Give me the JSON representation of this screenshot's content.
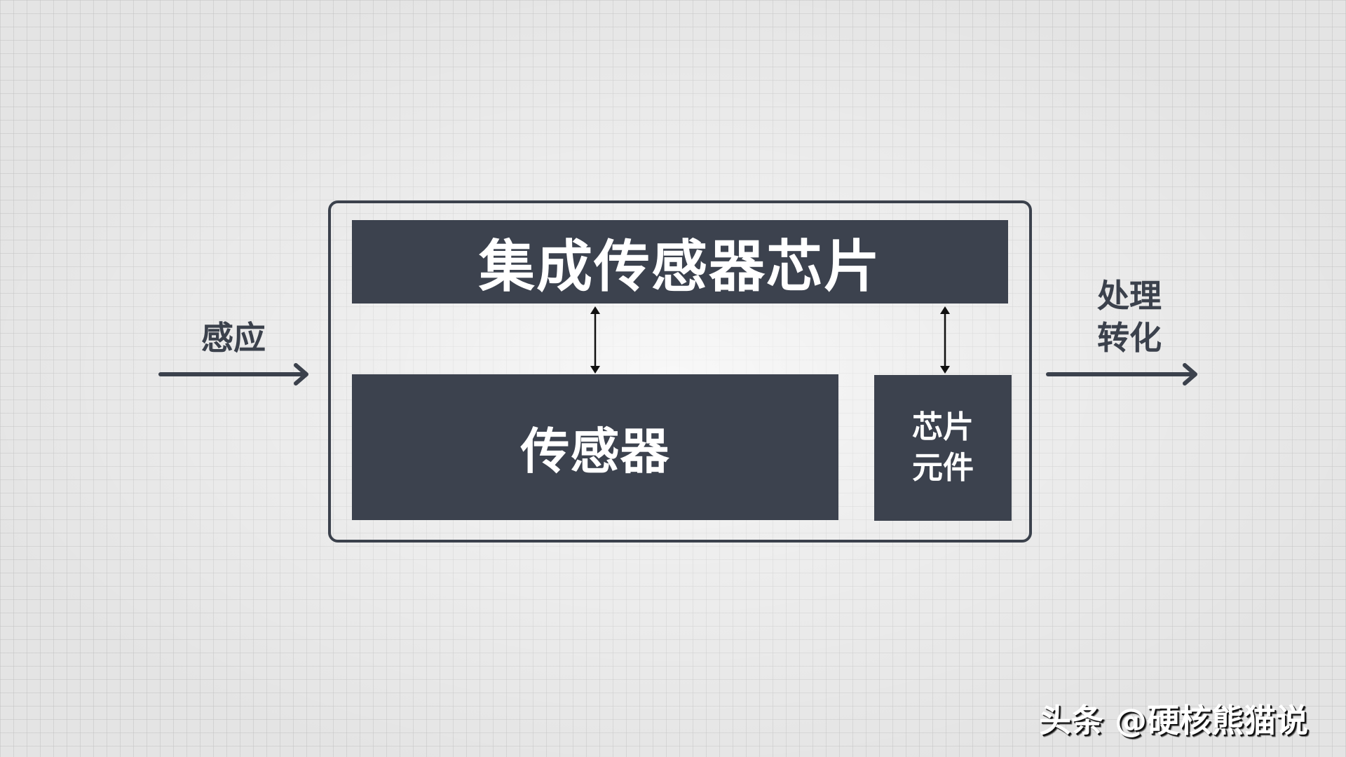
{
  "diagram": {
    "title_block": "集成传感器芯片",
    "sensor_block": "传感器",
    "chip_component_block": {
      "line1": "芯片",
      "line2": "元件"
    },
    "input_label": "感应",
    "output_label": {
      "line1": "处理",
      "line2": "转化"
    }
  },
  "connections": [
    {
      "from": "input",
      "to": "outer-frame",
      "type": "arrow-right",
      "label": "感应"
    },
    {
      "from": "sensor_block",
      "to": "title_block",
      "type": "double-arrow-vertical"
    },
    {
      "from": "chip_component_block",
      "to": "title_block",
      "type": "double-arrow-vertical"
    },
    {
      "from": "outer-frame",
      "to": "output",
      "type": "arrow-right",
      "label": "处理转化"
    }
  ],
  "watermark": "头条 @硬核熊猫说",
  "colors": {
    "block_fill": "#3c424e",
    "frame_stroke": "#3b414c",
    "block_text": "#ffffff",
    "label_text": "#3b414c",
    "background": "#e4e4e4",
    "grid_line": "#bebebe"
  }
}
